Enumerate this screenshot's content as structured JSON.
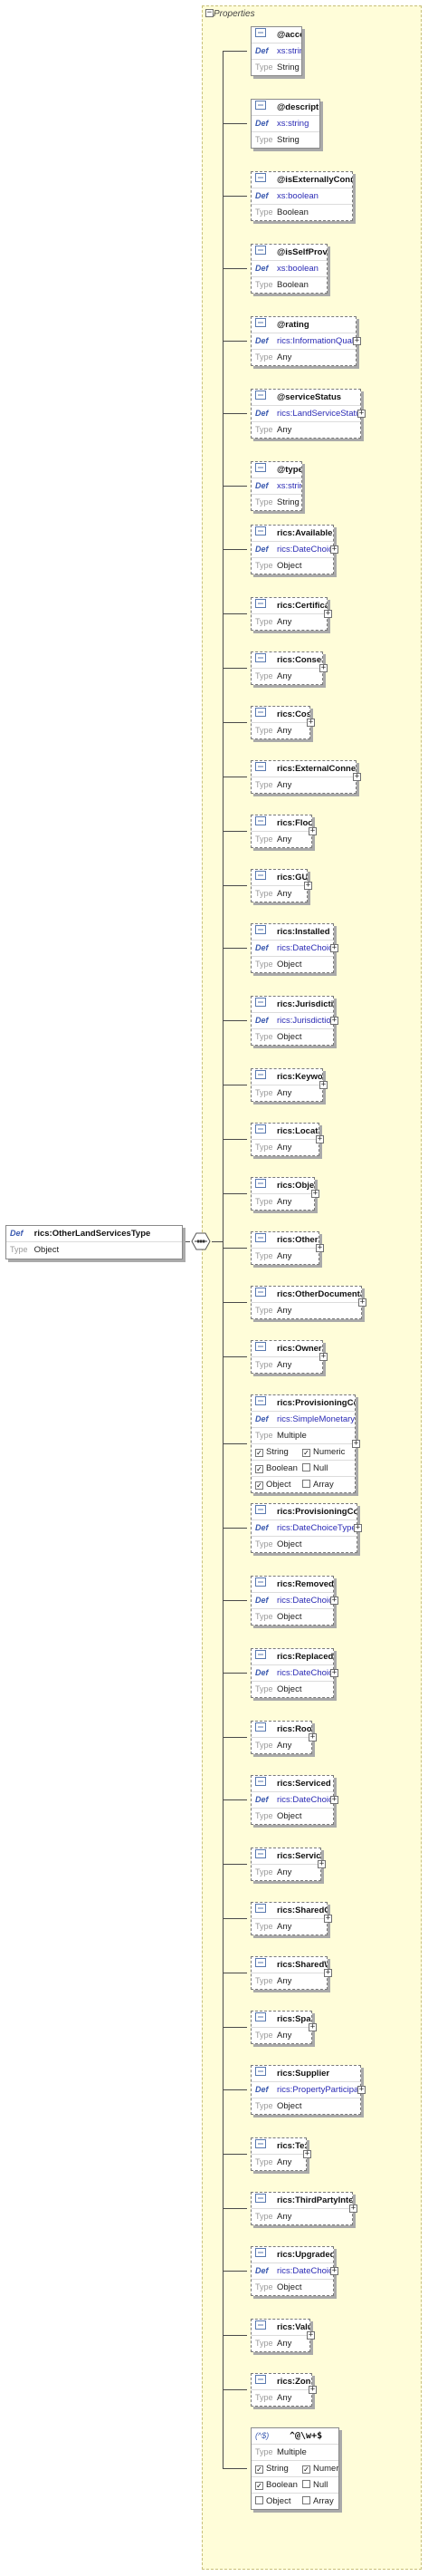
{
  "group": {
    "title": "Properties"
  },
  "root": {
    "def_label": "Def",
    "name": "rics:OtherLandServicesType",
    "type_label": "Type",
    "type": "Object"
  },
  "items": [
    {
      "name": "@access",
      "def": "xs:string",
      "type": "String",
      "dashed": false
    },
    {
      "name": "@description",
      "def": "xs:string",
      "type": "String",
      "dashed": false
    },
    {
      "name": "@isExternallyConnected",
      "def": "xs:boolean",
      "type": "Boolean",
      "dashed": true
    },
    {
      "name": "@isSelfProvided",
      "def": "xs:boolean",
      "type": "Boolean",
      "dashed": true
    },
    {
      "name": "@rating",
      "def": "rics:InformationQualityEnum",
      "type": "Any",
      "dashed": true,
      "expand": true
    },
    {
      "name": "@serviceStatus",
      "def": "rics:LandServiceStatusEnum",
      "type": "Any",
      "dashed": true,
      "expand": true
    },
    {
      "name": "@type",
      "def": "xs:string",
      "type": "String",
      "dashed": true
    },
    {
      "name": "rics:AvailableFrom",
      "def": "rics:DateChoiceType",
      "type": "Object",
      "dashed": true,
      "expand": true
    },
    {
      "name": "rics:Certificates",
      "type": "Any",
      "dashed": true,
      "expand": true
    },
    {
      "name": "rics:Consent",
      "type": "Any",
      "dashed": true,
      "expand": true
    },
    {
      "name": "rics:Costs",
      "type": "Any",
      "dashed": true,
      "expand": true
    },
    {
      "name": "rics:ExternalConnection",
      "type": "Any",
      "dashed": true,
      "expand": true
    },
    {
      "name": "rics:Floors",
      "type": "Any",
      "dashed": true,
      "expand": true
    },
    {
      "name": "rics:GUID",
      "type": "Any",
      "dashed": true,
      "expand": true
    },
    {
      "name": "rics:Installed",
      "def": "rics:DateChoiceType",
      "type": "Object",
      "dashed": true,
      "expand": true
    },
    {
      "name": "rics:Jurisdiction",
      "def": "rics:JurisdictionType",
      "type": "Object",
      "dashed": true,
      "expand": true
    },
    {
      "name": "rics:Keywords",
      "type": "Any",
      "dashed": true,
      "expand": true
    },
    {
      "name": "rics:Located",
      "type": "Any",
      "dashed": true,
      "expand": true
    },
    {
      "name": "rics:Objects",
      "type": "Any",
      "dashed": true,
      "expand": true
    },
    {
      "name": "rics:OtherData",
      "type": "Any",
      "dashed": true,
      "expand": true
    },
    {
      "name": "rics:OtherDocumentation",
      "type": "Any",
      "dashed": true,
      "expand": true
    },
    {
      "name": "rics:Ownership",
      "type": "Any",
      "dashed": true,
      "expand": true
    },
    {
      "name": "rics:ProvisioningCost",
      "def": "rics:SimpleMonetaryType",
      "type": "Multiple",
      "dashed": true,
      "expand": true,
      "checks": [
        {
          "label": "String",
          "on": true
        },
        {
          "label": "Numeric",
          "on": true
        },
        {
          "label": "Boolean",
          "on": true
        },
        {
          "label": "Null",
          "on": false
        },
        {
          "label": "Object",
          "on": true
        },
        {
          "label": "Array",
          "on": false
        }
      ]
    },
    {
      "name": "rics:ProvisioningCostDate",
      "def": "rics:DateChoiceType",
      "type": "Object",
      "dashed": true,
      "expand": true
    },
    {
      "name": "rics:Removed",
      "def": "rics:DateChoiceType",
      "type": "Object",
      "dashed": true,
      "expand": true
    },
    {
      "name": "rics:Replaced",
      "def": "rics:DateChoiceType",
      "type": "Object",
      "dashed": true,
      "expand": true
    },
    {
      "name": "rics:Rooms",
      "type": "Any",
      "dashed": true,
      "expand": true
    },
    {
      "name": "rics:Serviced",
      "def": "rics:DateChoiceType",
      "type": "Object",
      "dashed": true,
      "expand": true
    },
    {
      "name": "rics:Servicing",
      "type": "Any",
      "dashed": true,
      "expand": true
    },
    {
      "name": "rics:SharedCosts",
      "type": "Any",
      "dashed": true,
      "expand": true
    },
    {
      "name": "rics:SharedWith",
      "type": "Any",
      "dashed": true,
      "expand": true
    },
    {
      "name": "rics:Spaces",
      "type": "Any",
      "dashed": true,
      "expand": true
    },
    {
      "name": "rics:Supplier",
      "def": "rics:PropertyParticipantType",
      "type": "Object",
      "dashed": true,
      "expand": true
    },
    {
      "name": "rics:Text",
      "type": "Any",
      "dashed": true,
      "expand": true
    },
    {
      "name": "rics:ThirdPartyInterests",
      "type": "Any",
      "dashed": true,
      "expand": true
    },
    {
      "name": "rics:Upgraded",
      "def": "rics:DateChoiceType",
      "type": "Object",
      "dashed": true,
      "expand": true
    },
    {
      "name": "rics:Values",
      "type": "Any",
      "dashed": true,
      "expand": true
    },
    {
      "name": "rics:Zones",
      "type": "Any",
      "dashed": true,
      "expand": true
    },
    {
      "name": "^@\\w+$",
      "regex": true,
      "marker": "(^$)",
      "type": "Multiple",
      "dashed": false,
      "checks": [
        {
          "label": "String",
          "on": true
        },
        {
          "label": "Numeric",
          "on": true
        },
        {
          "label": "Boolean",
          "on": true
        },
        {
          "label": "Null",
          "on": false
        },
        {
          "label": "Object",
          "on": false
        },
        {
          "label": "Array",
          "on": false
        }
      ]
    }
  ],
  "labels": {
    "def": "Def",
    "type": "Type"
  }
}
